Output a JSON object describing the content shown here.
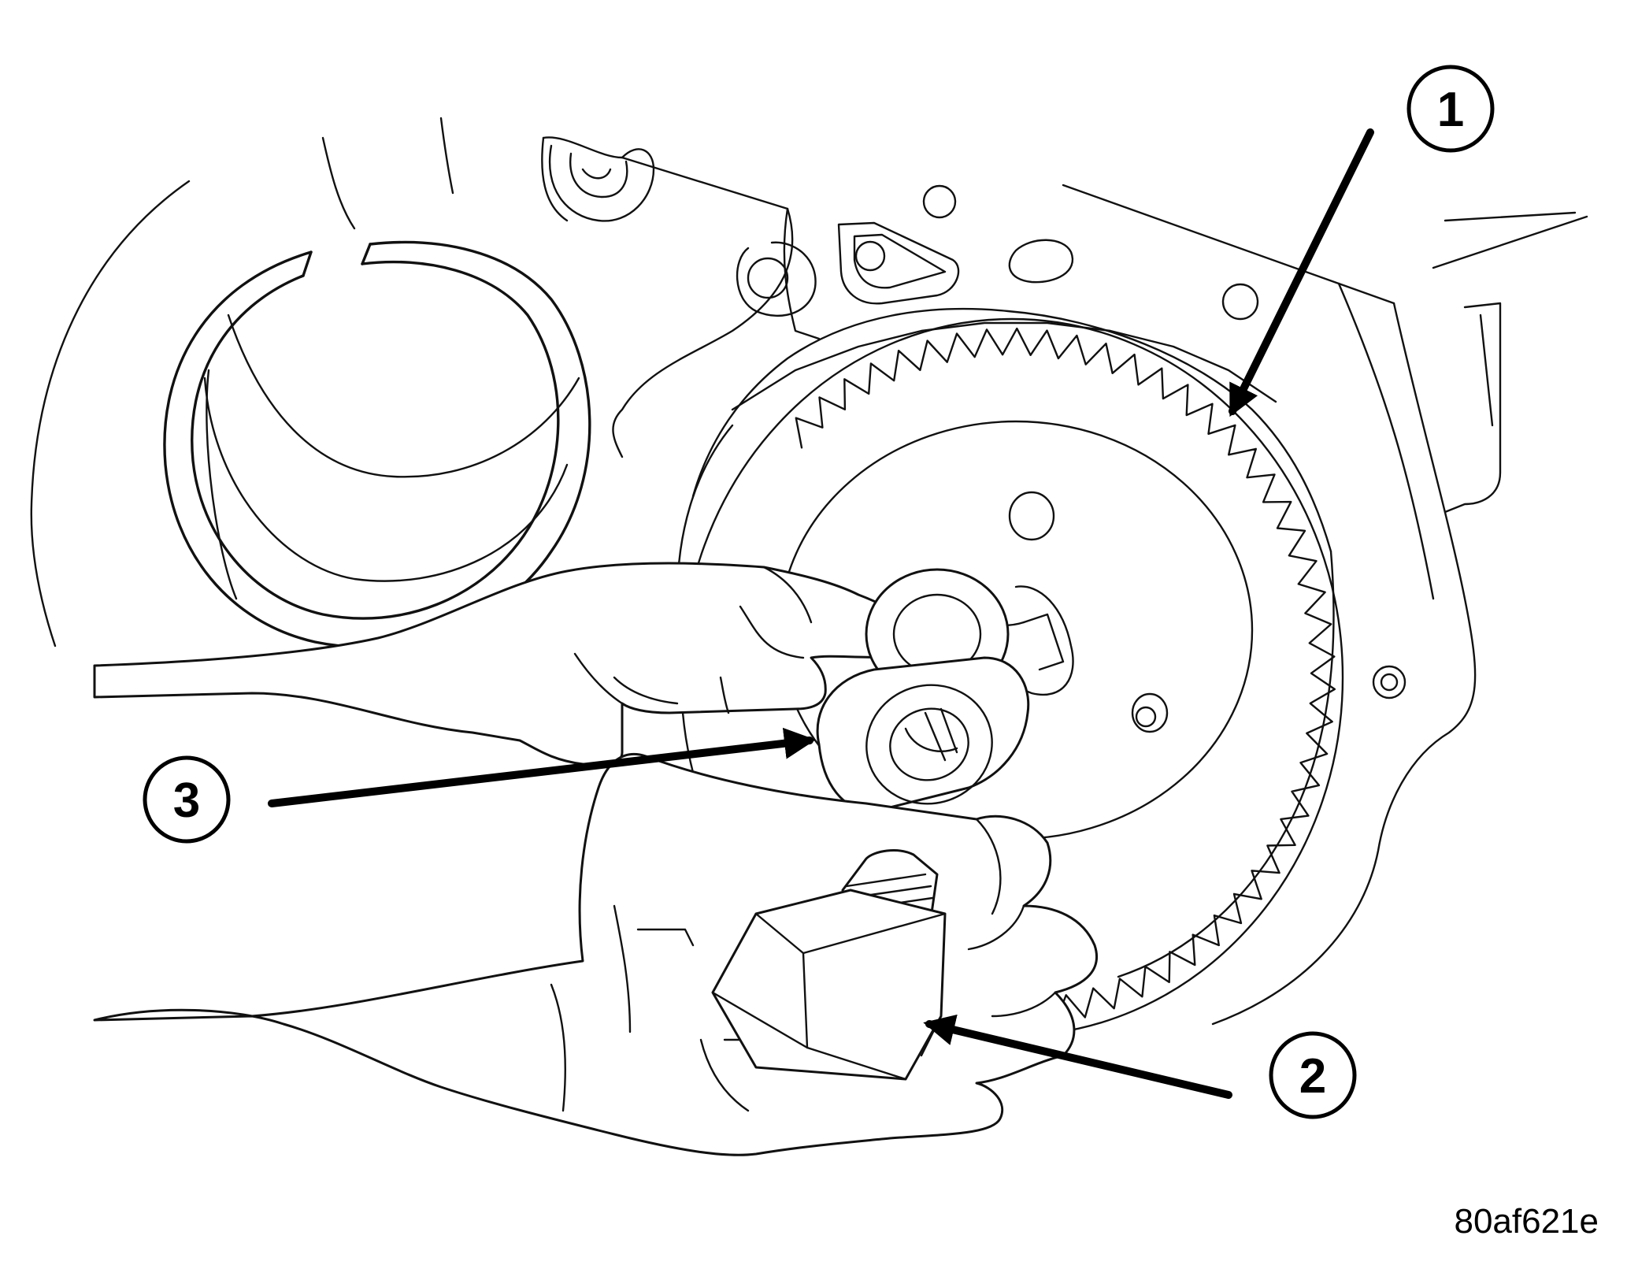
{
  "callouts": [
    {
      "number": "1"
    },
    {
      "number": "2"
    },
    {
      "number": "3"
    }
  ],
  "figure_id": "80af621e"
}
